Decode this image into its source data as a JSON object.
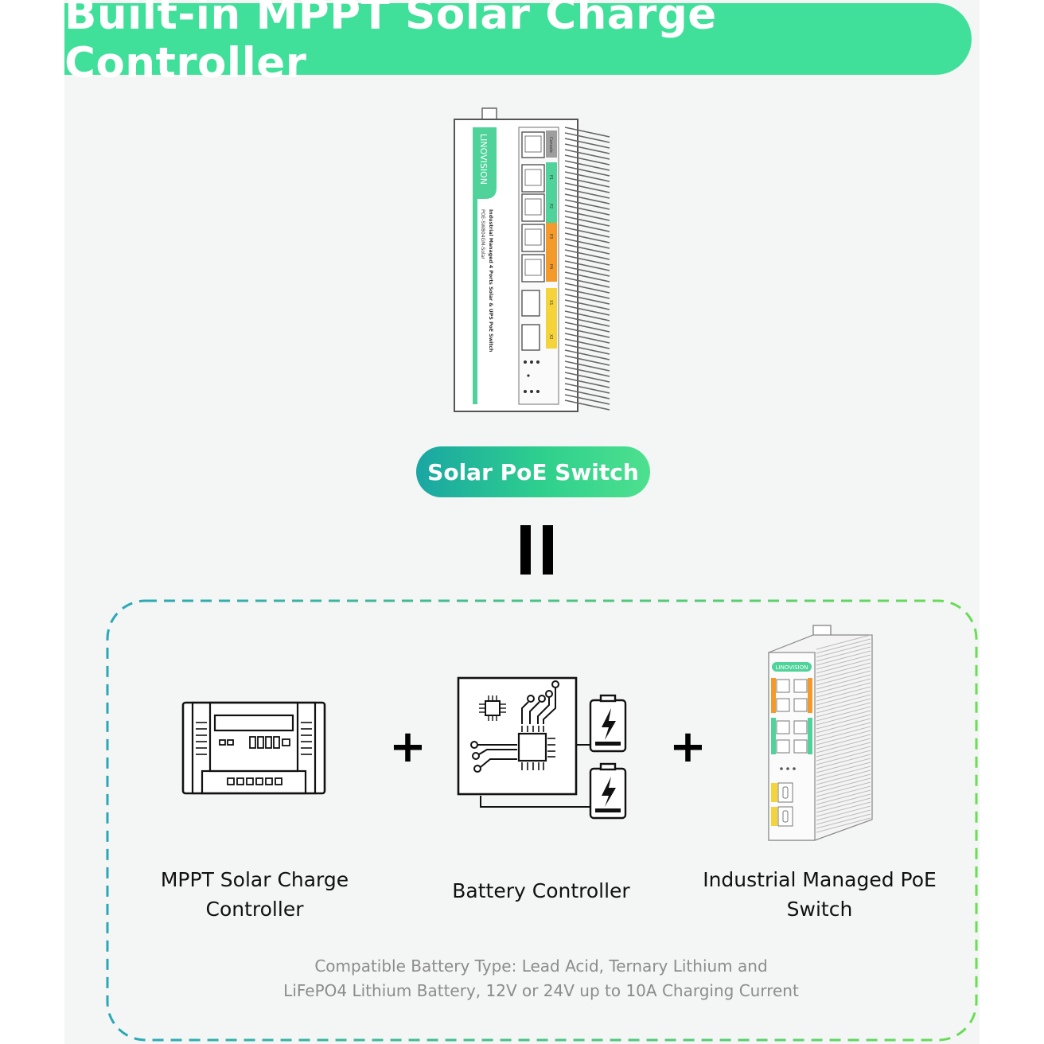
{
  "banner": {
    "title": "Built-in MPPT Solar Charge Controller"
  },
  "hero": {
    "brand": "LINOVISION",
    "product_line": "Industrial Managed 4 Ports Solar & UPS PoE Switch",
    "model": "POE-SW804GM-Solar",
    "port_labels": [
      "Console",
      "P1",
      "P2",
      "P3",
      "P4",
      "X1",
      "X2"
    ],
    "pill_label": "Solar PoE Switch"
  },
  "components": [
    {
      "label_line1": "MPPT Solar Charge",
      "label_line2": "Controller",
      "icon": "solar-charge-controller-icon"
    },
    {
      "label_line1": "Battery Controller",
      "label_line2": "",
      "icon": "battery-controller-icon"
    },
    {
      "label_line1": "Industrial Managed PoE",
      "label_line2": "Switch",
      "icon": "poe-switch-icon",
      "brand": "LINOVISION"
    }
  ],
  "operators": {
    "plus": "+"
  },
  "note": {
    "line1": "Compatible Battery Type: Lead Acid, Ternary Lithium and",
    "line2": "LiFePO4 Lithium Battery, 12V or 24V up to 10A Charging Current"
  },
  "colors": {
    "banner": "#40df9a",
    "pill_start": "#1aa6a3",
    "pill_end": "#4ee08f",
    "dash_start": "#2aa7b8",
    "dash_end": "#6bdc55",
    "port_green": "#4fd39b",
    "port_orange": "#f39a2b",
    "port_yellow": "#f5d33a"
  }
}
